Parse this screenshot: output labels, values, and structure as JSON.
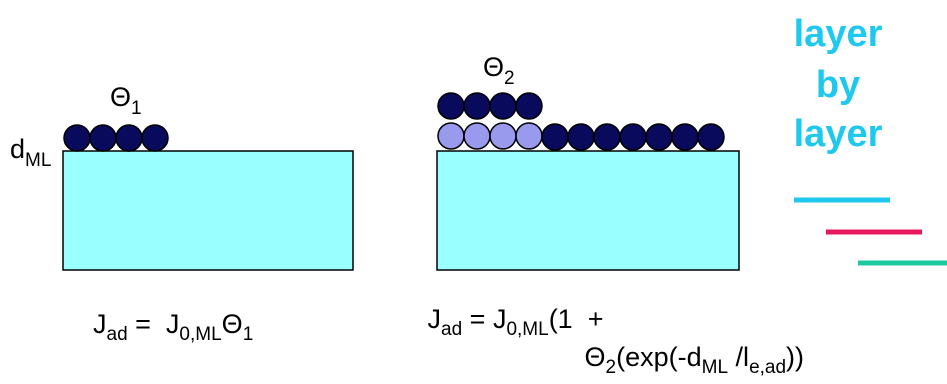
{
  "colors": {
    "substrate_fill": "#99ffff",
    "substrate_stroke": "#000000",
    "atom_dark": "#0a0a5c",
    "atom_light": "#9999ee",
    "title_color": "#1ec8ee",
    "line_cyan": "#1ec8ee",
    "line_magenta": "#e6195f",
    "line_green": "#1ec8a0"
  },
  "title": {
    "line1": "layer",
    "line2": "by",
    "line3": "layer"
  },
  "left_panel": {
    "coverage_symbol": "Θ",
    "coverage_sub": "1",
    "thickness_symbol": "d",
    "thickness_sub": "ML",
    "equation": {
      "lhs": "J",
      "lhs_sub": "ad",
      "equals": " =  ",
      "rhs": "J",
      "rhs_sub": "0,ML",
      "theta": "Θ",
      "theta_sub": "1"
    }
  },
  "right_panel": {
    "coverage_symbol": "Θ",
    "coverage_sub": "2",
    "equation": {
      "lhs": "J",
      "lhs_sub": "ad",
      "equals": " = ",
      "rhs": "J",
      "rhs_sub": "0,ML",
      "paren_open": "(1  +",
      "theta": "Θ",
      "theta_sub": "2",
      "exp_open": "(exp(-d",
      "exp_d_sub": "ML",
      "slash_l": " /l",
      "l_sub": "e,ad",
      "close": "))"
    }
  }
}
